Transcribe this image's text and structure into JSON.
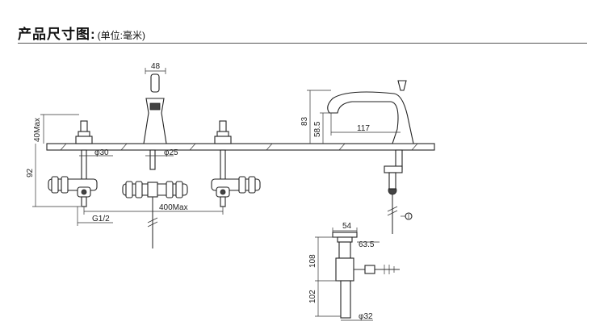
{
  "header": {
    "title": "产品尺寸图:",
    "unit": "(单位:毫米)"
  },
  "dimensions": {
    "spout_width": "48",
    "max_above_deck": "40Max",
    "below_deck_height": "92",
    "hole_left": "φ30",
    "hole_center": "φ25",
    "thread": "G1/2",
    "max_spread": "400Max",
    "tub_height_total": "83",
    "tub_outlet_height": "58.5",
    "tub_reach": "117",
    "drain_width": "54",
    "drain_head": "63.5",
    "drain_upper": "108",
    "drain_lower": "102",
    "drain_tail": "φ32"
  }
}
